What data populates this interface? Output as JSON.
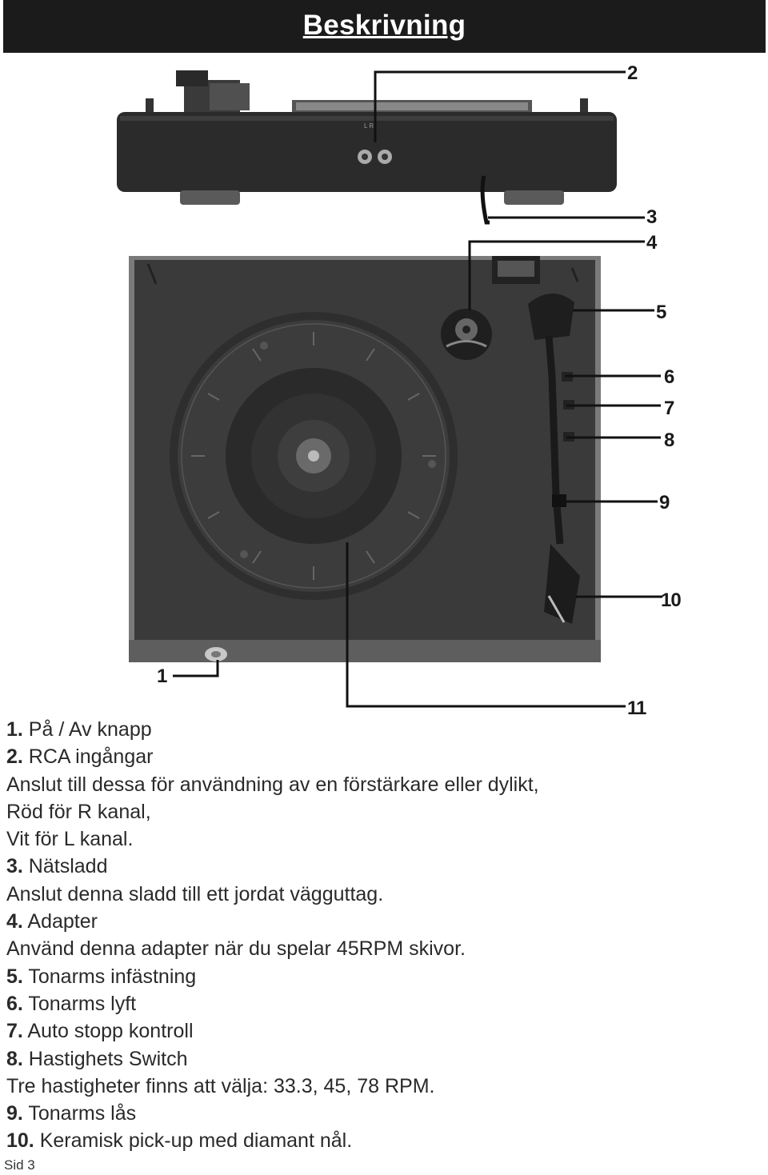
{
  "header": {
    "title": "Beskrivning"
  },
  "callouts": [
    "1",
    "2",
    "3",
    "4",
    "5",
    "6",
    "7",
    "8",
    "9",
    "10",
    "11"
  ],
  "description": [
    {
      "num": "1.",
      "text": " På / Av knapp"
    },
    {
      "num": "2.",
      "text": " RCA ingångar"
    },
    {
      "num": "",
      "text": "Anslut till dessa för användning av en förstärkare eller dylikt,"
    },
    {
      "num": "",
      "text": "Röd för R kanal,"
    },
    {
      "num": "",
      "text": "Vit för L kanal."
    },
    {
      "num": "3.",
      "text": " Nätsladd"
    },
    {
      "num": "",
      "text": "Anslut denna sladd  till ett jordat vägguttag."
    },
    {
      "num": "4.",
      "text": " Adapter"
    },
    {
      "num": "",
      "text": "Använd denna adapter när du spelar 45RPM skivor."
    },
    {
      "num": "5.",
      "text": " Tonarms infästning"
    },
    {
      "num": "6.",
      "text": " Tonarms lyft"
    },
    {
      "num": "7.",
      "text": " Auto stopp kontroll"
    },
    {
      "num": "8.",
      "text": " Hastighets Switch"
    },
    {
      "num": "",
      "text": "Tre hastigheter finns att välja: 33.3, 45, 78 RPM."
    },
    {
      "num": "9.",
      "text": " Tonarms lås"
    },
    {
      "num": "10.",
      "text": " Keramisk pick-up med diamant nål."
    }
  ],
  "footer": {
    "page": "Sid 3"
  }
}
